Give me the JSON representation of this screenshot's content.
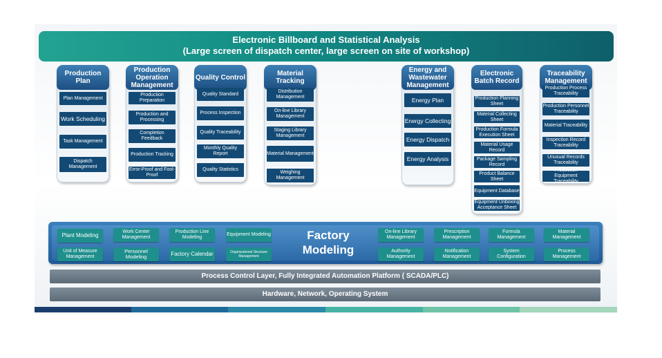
{
  "banner": {
    "line1": "Electronic Billboard and Statistical Analysis",
    "line2": "(Large screen of dispatch center, large screen on site of workshop)"
  },
  "columns": [
    {
      "id": "production-plan",
      "title": "Production Plan",
      "items": [
        "Plan Management",
        "Work Scheduling",
        "Task Management",
        "Dispatch Management"
      ]
    },
    {
      "id": "production-operation",
      "title": "Production Operation Management",
      "items": [
        "Production Preparation",
        "Production and Processing",
        "Completion Feedback",
        "Production Tracking",
        "Error-Proof and Fool-Proof"
      ]
    },
    {
      "id": "quality-control",
      "title": "Quality Control",
      "items": [
        "Quality Standard",
        "Process Inspection",
        "Quality Traceability",
        "Monthly Quality Report",
        "Quality Statistics"
      ]
    },
    {
      "id": "material-tracking",
      "title": "Material Tracking",
      "items": [
        "Distribution Management",
        "On-line Library Management",
        "Staging Library Management",
        "Material Management",
        "Weighing Management"
      ]
    },
    {
      "id": "energy-wastewater",
      "title": "Energy and Wastewater Management",
      "items": [
        "Energy Plan",
        "Energy Collecting",
        "Energy Dispatch",
        "Energy Analysis"
      ]
    },
    {
      "id": "electronic-batch",
      "title": "Electronic Batch Record",
      "items": [
        "Production Planning Sheet",
        "Material Collecting Sheet",
        "Production Formula Execution Sheet",
        "Material Usage Record",
        "Package Sampling Record",
        "Product Balance Sheet",
        "Equipment Database",
        "Equipment Unboxing Acceptance Sheet"
      ]
    },
    {
      "id": "traceability",
      "title": "Traceability Management",
      "items": [
        "Production Process Traceability",
        "Production Personnel Traceability",
        "Material Traceability",
        "Inspection Record Traceability",
        "Unusual Records Traceability",
        "Production Equipment Traceability"
      ]
    }
  ],
  "factory_modeling": {
    "title_line1": "Factory",
    "title_line2": "Modeling",
    "left_items": [
      "Plant Modeling",
      "Work Center Management",
      "Production Line Modeling",
      "Equipment Modeling",
      "Unit of Measure Management",
      "Personnel Modeling",
      "Factory Calendar",
      "Organizational Structure Management"
    ],
    "right_items": [
      "On-line Library Management",
      "Prescription Management",
      "Formula Management",
      "Material Management",
      "Authority Management",
      "Notification Management",
      "System Configuration",
      "Process Management"
    ]
  },
  "layers": {
    "process_control": "Process Control Layer, Fully Integrated Automation Platform ( SCADA/PLC)",
    "hardware": "Hardware, Network, Operating System"
  },
  "colors": {
    "banner_start": "#23a391",
    "banner_end": "#0f5f6a",
    "column_header": "#1d4f82",
    "item_box": "#134a75",
    "teal_box": "#1e8f8d",
    "layer_gray": "#6b7885",
    "footer": [
      "#1b3d6e",
      "#1d6a9a",
      "#2a8aa8",
      "#47b3a3",
      "#6dc3a6",
      "#a4d6bb"
    ]
  }
}
